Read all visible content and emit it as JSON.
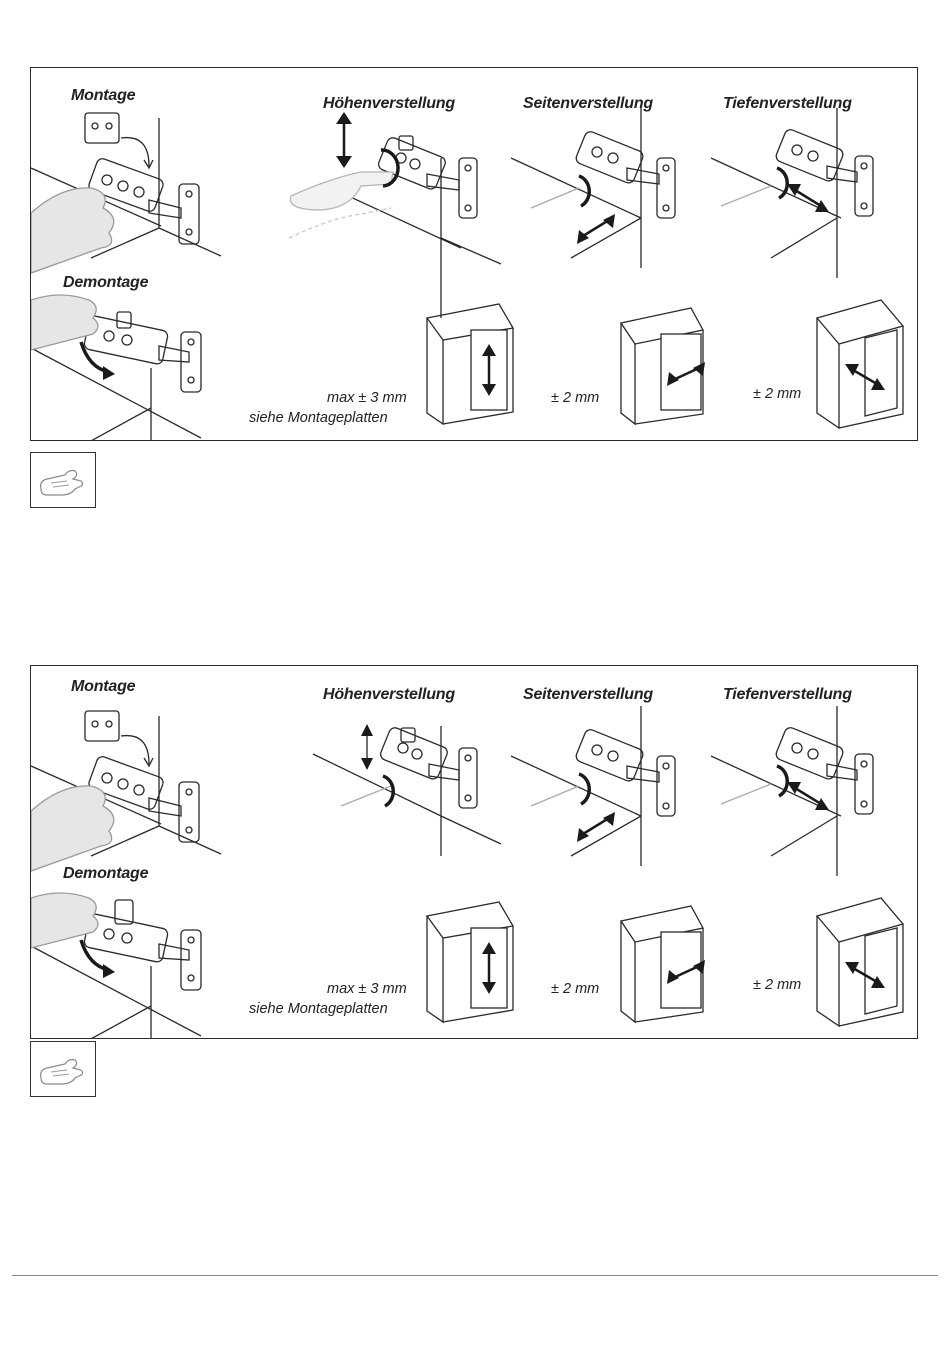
{
  "panels": [
    {
      "montage": "Montage",
      "demontage": "Demontage",
      "hoehen": "Höhenverstellung",
      "seiten": "Seitenverstellung",
      "tiefen": "Tiefenverstellung",
      "dim_height": "max ± 3 mm",
      "dim_height_note": "siehe Montageplatten",
      "dim_side": "± 2 mm",
      "dim_depth": "± 2 mm"
    },
    {
      "montage": "Montage",
      "demontage": "Demontage",
      "hoehen": "Höhenverstellung",
      "seiten": "Seitenverstellung",
      "tiefen": "Tiefenverstellung",
      "dim_height": "max ± 3 mm",
      "dim_height_note": "siehe Montageplatten",
      "dim_side": "± 2 mm",
      "dim_depth": "± 2 mm"
    }
  ],
  "icons": {
    "note": "hand-pointing-icon"
  },
  "colors": {
    "line": "#2a2a2a",
    "arrow": "#1a1a1a",
    "hand": "#d9d9d9"
  }
}
